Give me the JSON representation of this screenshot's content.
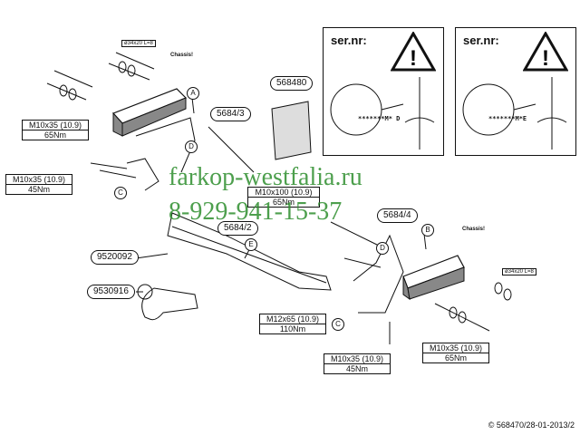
{
  "panels": [
    {
      "sernr": "ser.nr:",
      "code": "*******M* D"
    },
    {
      "sernr": "ser.nr:",
      "code": "*******M*E"
    }
  ],
  "parts": {
    "p568480": "568480",
    "p5684_3": "5684/3",
    "p5684_2": "5684/2",
    "p5684_4": "5684/4",
    "p9520092": "9520092",
    "p9530916": "9530916"
  },
  "spec_boxes": {
    "top_left": {
      "line1": "M10x35 (10.9)",
      "line2": "65Nm"
    },
    "mid_left": {
      "line1": "M10x35 (10.9)",
      "line2": "45Nm"
    },
    "center": {
      "line1": "M10x100 (10.9)",
      "line2": "65Nm"
    },
    "bottom_center": {
      "line1": "M12x65 (10.9)",
      "line2": "110Nm"
    },
    "bottom_mid": {
      "line1": "M10x35 (10.9)",
      "line2": "45Nm"
    },
    "bottom_right": {
      "line1": "M10x35 (10.9)",
      "line2": "65Nm"
    }
  },
  "small_labels": {
    "washer_left": "ø34x20 L=8",
    "chassis_left": "Chassis!",
    "chassis_right": "Chassis!",
    "washer_right": "ø34x20 L=8"
  },
  "letters": {
    "a": "A",
    "d1": "D",
    "c1": "C",
    "e": "E",
    "b": "B",
    "d2": "D",
    "c2": "C"
  },
  "watermark": {
    "line1": "farkop-westfalia.ru",
    "line2": "8-929-941-15-37"
  },
  "copyright": "© 568470/28-01-2013/2",
  "colors": {
    "line": "#111111",
    "watermark": "#2f8f2f"
  }
}
